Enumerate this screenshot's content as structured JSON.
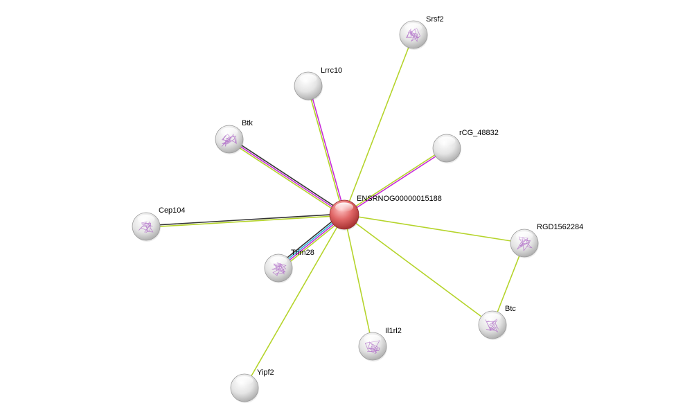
{
  "nodes": [
    {
      "id": "center",
      "label": "ENSRNOG00000015188",
      "center": true,
      "structure": false
    },
    {
      "id": "srsf2",
      "label": "Srsf2",
      "structure": true
    },
    {
      "id": "lrrc10",
      "label": "Lrrc10",
      "structure": false
    },
    {
      "id": "btk",
      "label": "Btk",
      "structure": true
    },
    {
      "id": "rcg",
      "label": "rCG_48832",
      "structure": false
    },
    {
      "id": "cep104",
      "label": "Cep104",
      "structure": true
    },
    {
      "id": "trim28",
      "label": "Trim28",
      "structure": true
    },
    {
      "id": "rgd",
      "label": "RGD1562284",
      "structure": true
    },
    {
      "id": "btc",
      "label": "Btc",
      "structure": true
    },
    {
      "id": "il1rl2",
      "label": "Il1rl2",
      "structure": true
    },
    {
      "id": "yipf2",
      "label": "Yipf2",
      "structure": false
    }
  ],
  "edges": [
    {
      "from": "center",
      "to": "srsf2",
      "colors": [
        "#b5d42b"
      ]
    },
    {
      "from": "center",
      "to": "lrrc10",
      "colors": [
        "#b5d42b",
        "#c72bd8"
      ]
    },
    {
      "from": "center",
      "to": "btk",
      "colors": [
        "#b5d42b",
        "#c72bd8",
        "#333333"
      ]
    },
    {
      "from": "center",
      "to": "rcg",
      "colors": [
        "#b5d42b",
        "#c72bd8"
      ]
    },
    {
      "from": "center",
      "to": "cep104",
      "colors": [
        "#b5d42b",
        "#333333"
      ]
    },
    {
      "from": "center",
      "to": "trim28",
      "colors": [
        "#b5d42b",
        "#c72bd8",
        "#2bb0d8",
        "#333333"
      ]
    },
    {
      "from": "center",
      "to": "rgd",
      "colors": [
        "#b5d42b"
      ]
    },
    {
      "from": "center",
      "to": "btc",
      "colors": [
        "#b5d42b"
      ]
    },
    {
      "from": "center",
      "to": "il1rl2",
      "colors": [
        "#b5d42b"
      ]
    },
    {
      "from": "center",
      "to": "yipf2",
      "colors": [
        "#b5d42b"
      ]
    },
    {
      "from": "rgd",
      "to": "btc",
      "colors": [
        "#b5d42b"
      ]
    }
  ],
  "colors": {
    "center_node": "#d9585c",
    "node": "#dcdcdc",
    "structure": "#b070c8"
  }
}
